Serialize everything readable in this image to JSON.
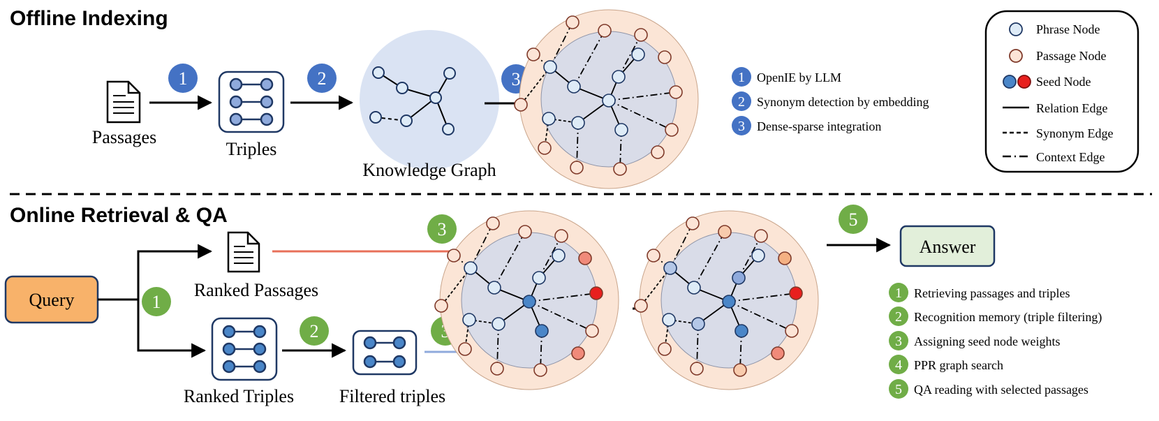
{
  "offline": {
    "title": "Offline Indexing",
    "passages_label": "Passages",
    "triples_label": "Triples",
    "kg_label": "Knowledge Graph",
    "steps": [
      {
        "num": "1",
        "text": "OpenIE by LLM"
      },
      {
        "num": "2",
        "text": "Synonym detection by embedding"
      },
      {
        "num": "3",
        "text": "Dense-sparse integration"
      }
    ]
  },
  "online": {
    "title": "Online Retrieval & QA",
    "query_label": "Query",
    "ranked_passages_label": "Ranked Passages",
    "ranked_triples_label": "Ranked Triples",
    "filtered_triples_label": "Filtered triples",
    "answer_label": "Answer",
    "steps": [
      {
        "num": "1",
        "text": "Retrieving passages and triples"
      },
      {
        "num": "2",
        "text": "Recognition memory (triple filtering)"
      },
      {
        "num": "3",
        "text": "Assigning seed node weights"
      },
      {
        "num": "4",
        "text": "PPR graph search"
      },
      {
        "num": "5",
        "text": "QA reading with selected passages"
      }
    ]
  },
  "legend": {
    "items": [
      {
        "label": "Phrase Node"
      },
      {
        "label": "Passage Node"
      },
      {
        "label": "Seed Node"
      },
      {
        "label": "Relation Edge"
      },
      {
        "label": "Synonym Edge"
      },
      {
        "label": "Context Edge"
      }
    ]
  },
  "colors": {
    "offline_badge": "#4472C4",
    "online_badge": "#70AD47",
    "phrase_node_fill": "#DEEBF7",
    "passage_node_fill": "#FCE4D6",
    "kg_circle": "#DAE3F3",
    "outer_ring": "#FBE5D6",
    "inner_circle": "#D9DCE8",
    "query_fill": "#F8B26A",
    "answer_fill": "#E2EFDA",
    "seed_blue": "#4A86C8",
    "seed_red": "#E8201E",
    "red_arrow": "#E8705A",
    "blue_arrow": "#8FAADC"
  },
  "icons": {
    "document": "document-icon",
    "triples": "triples-icon",
    "graph": "graph-icon"
  }
}
